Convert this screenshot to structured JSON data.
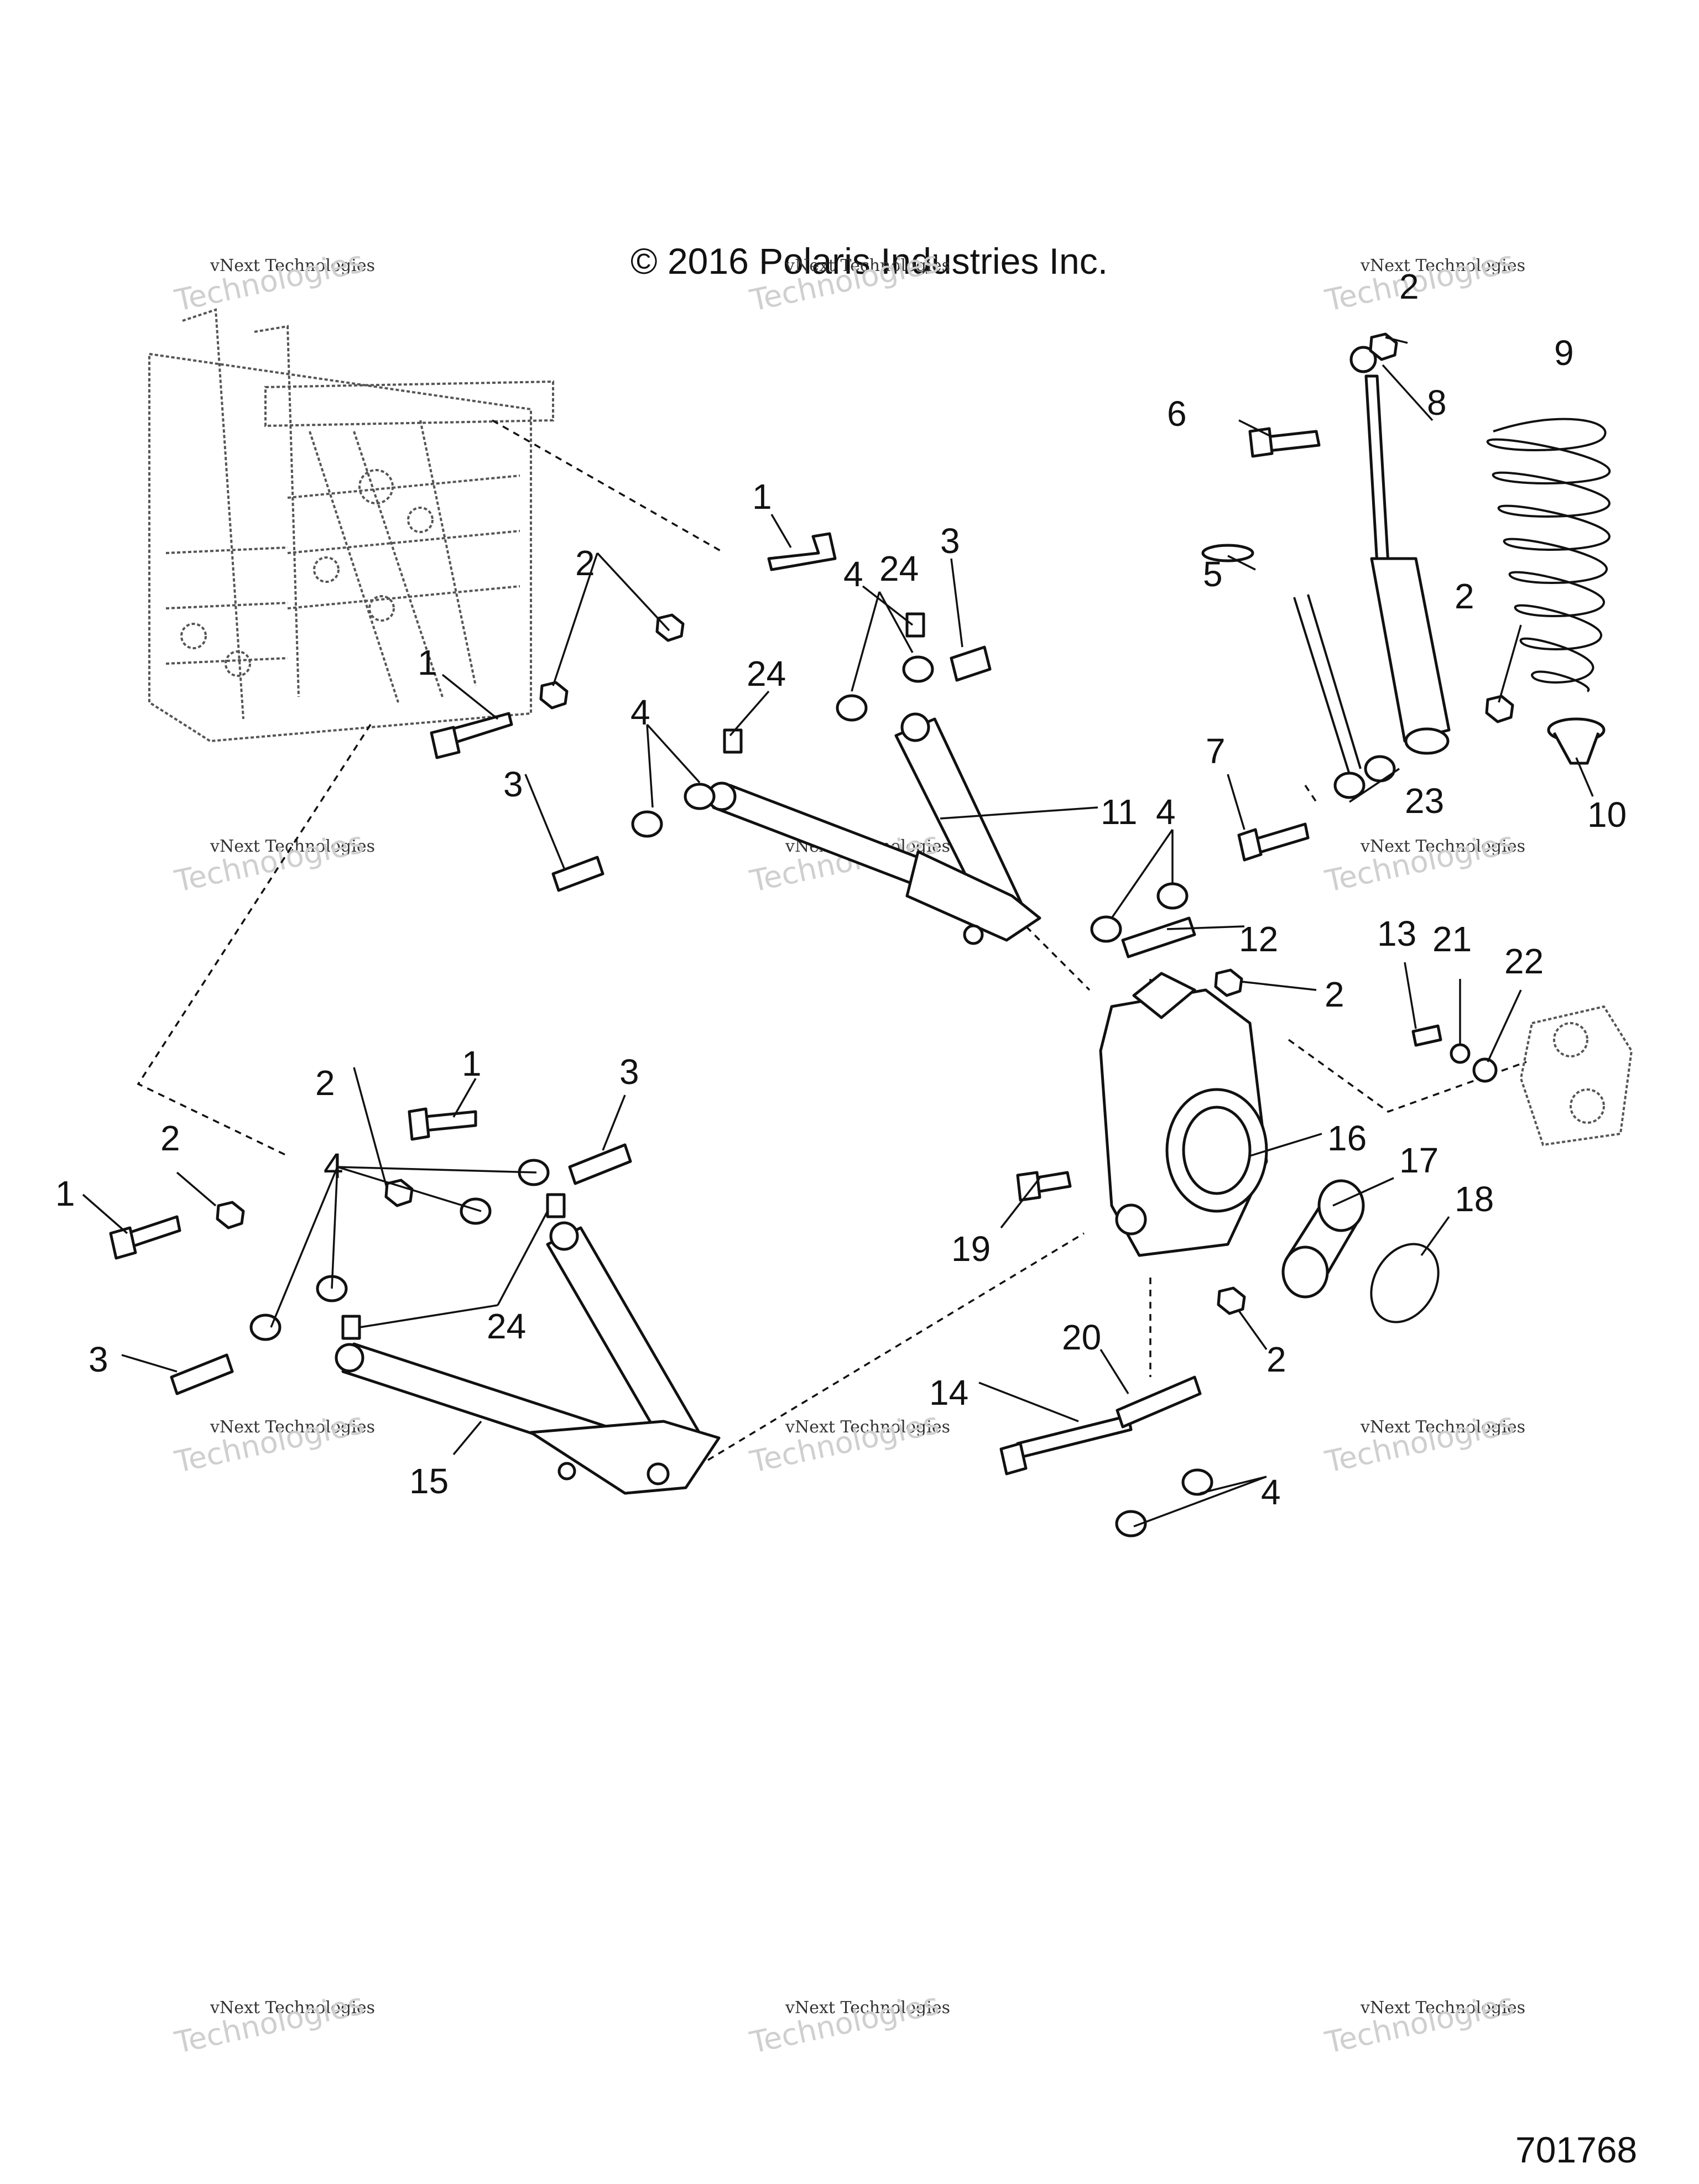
{
  "header": {
    "copyright": "© 2016 Polaris Industries Inc."
  },
  "footer": {
    "document_number": "701768"
  },
  "watermark": {
    "line1": "vNext Technologies",
    "line2": "Technologies"
  },
  "callouts": {
    "c1a": "1",
    "c1b": "1",
    "c1c": "1",
    "c1d": "1",
    "c2a": "2",
    "c2b": "2",
    "c2c": "2",
    "c2d": "2",
    "c2e": "2",
    "c2f": "2",
    "c2g": "2",
    "c3a": "3",
    "c3b": "3",
    "c3c": "3",
    "c3d": "3",
    "c4a": "4",
    "c4b": "4",
    "c4c": "4",
    "c4d": "4",
    "c4e": "4",
    "c5": "5",
    "c6": "6",
    "c7": "7",
    "c8": "8",
    "c9": "9",
    "c10": "10",
    "c11": "11",
    "c12": "12",
    "c13": "13",
    "c14": "14",
    "c15": "15",
    "c16": "16",
    "c17": "17",
    "c18": "18",
    "c19": "19",
    "c20": "20",
    "c21": "21",
    "c22": "22",
    "c23": "23",
    "c24a": "24",
    "c24b": "24",
    "c24c": "24"
  }
}
